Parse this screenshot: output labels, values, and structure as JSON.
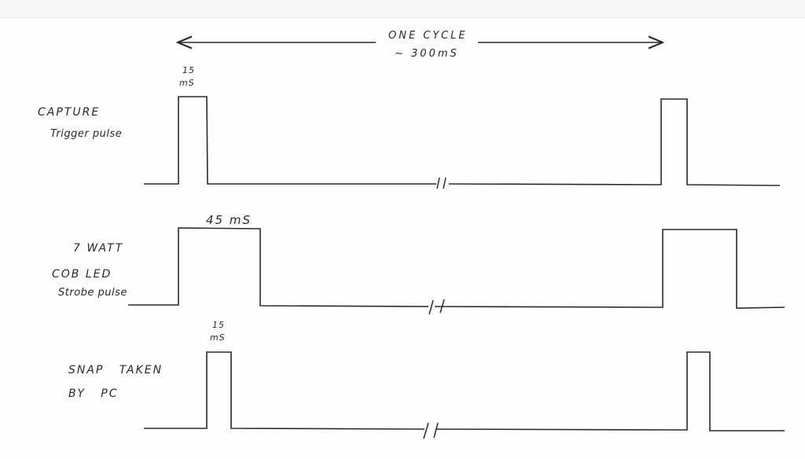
{
  "cycle": {
    "title": "ONE CYCLE",
    "duration": "∼ 300mS"
  },
  "signals": [
    {
      "name_line1": "CAPTURE",
      "name_line2": "Trigger pulse",
      "pulse_width_num": "15",
      "pulse_width_unit": "mS"
    },
    {
      "name_line1": "7 WATT",
      "name_line2": "COB LED",
      "name_line3": "Strobe pulse",
      "pulse_width": "45 mS"
    },
    {
      "name_line1": "SNAP   TAKEN",
      "name_line2": "BY   PC",
      "pulse_width_num": "15",
      "pulse_width_unit": "mS"
    }
  ],
  "break_mark": "//",
  "colors": {
    "ink": "#2a2a2a",
    "paper": "#fdfdfd"
  },
  "chart_data": {
    "type": "timing-diagram",
    "title": "ONE CYCLE ∼ 300mS",
    "cycle_ms": 300,
    "series": [
      {
        "name": "CAPTURE Trigger pulse",
        "pulse_ms": 15,
        "start_offset_ms": 0
      },
      {
        "name": "7 WATT COB LED Strobe pulse",
        "pulse_ms": 45,
        "start_offset_ms": 0
      },
      {
        "name": "SNAP TAKEN BY PC",
        "pulse_ms": 15,
        "start_offset_ms": 15
      }
    ]
  }
}
